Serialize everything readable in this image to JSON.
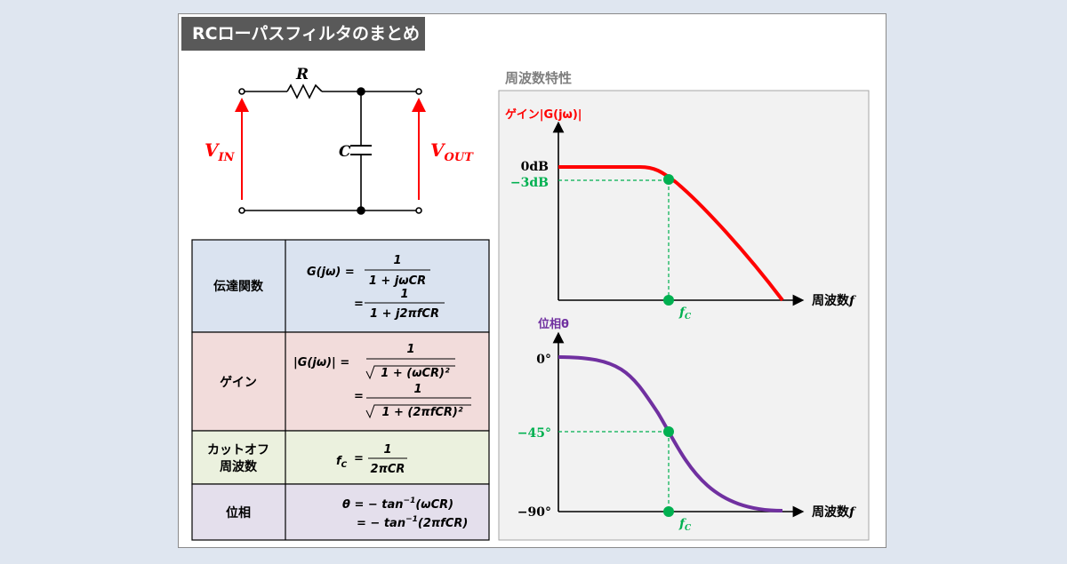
{
  "header": {
    "title": "RCローパスフィルタのまとめ"
  },
  "circuit": {
    "resistor_label": "R",
    "capacitor_label": "C",
    "vin_base": "V",
    "vin_sub": "IN",
    "vout_base": "V",
    "vout_sub": "OUT"
  },
  "table": {
    "rows": [
      {
        "label": "伝達関数",
        "color": "#dae3f0",
        "lines": [
          "G(jω) =",
          "1",
          "1 + jωCR",
          "=",
          "1",
          "1 + j2πfCR"
        ]
      },
      {
        "label": "ゲイン",
        "color": "#f2dcdb",
        "lines": [
          "|G(jω)| =",
          "1",
          "1 + (ωCR)²",
          "=",
          "1",
          "1 + (2πfCR)²"
        ]
      },
      {
        "label_line1": "カットオフ",
        "label_line2": "周波数",
        "color": "#ebf1de",
        "lines": [
          "f",
          "C",
          "=",
          "1",
          "2πCR"
        ]
      },
      {
        "label": "位相",
        "color": "#e4dfec",
        "lines": [
          "θ = − tan",
          "−1",
          "(ωCR)",
          "= − tan",
          "−1",
          "(2πfCR)"
        ]
      }
    ]
  },
  "freq": {
    "section_title": "周波数特性",
    "gain_axis_label": "ゲイン|G(jω)|",
    "phase_axis_label": "位相θ",
    "x_axis_label": "周波数",
    "x_axis_var": "f",
    "fc_label": "f",
    "fc_sub": "C",
    "gain_ticks": [
      "0dB",
      "−3dB"
    ],
    "phase_ticks": [
      "0°",
      "−45°",
      "−90°"
    ]
  },
  "colors": {
    "red": "#ff0000",
    "green": "#00b050",
    "purple": "#7030a0",
    "panel": "#f2f2f2"
  }
}
